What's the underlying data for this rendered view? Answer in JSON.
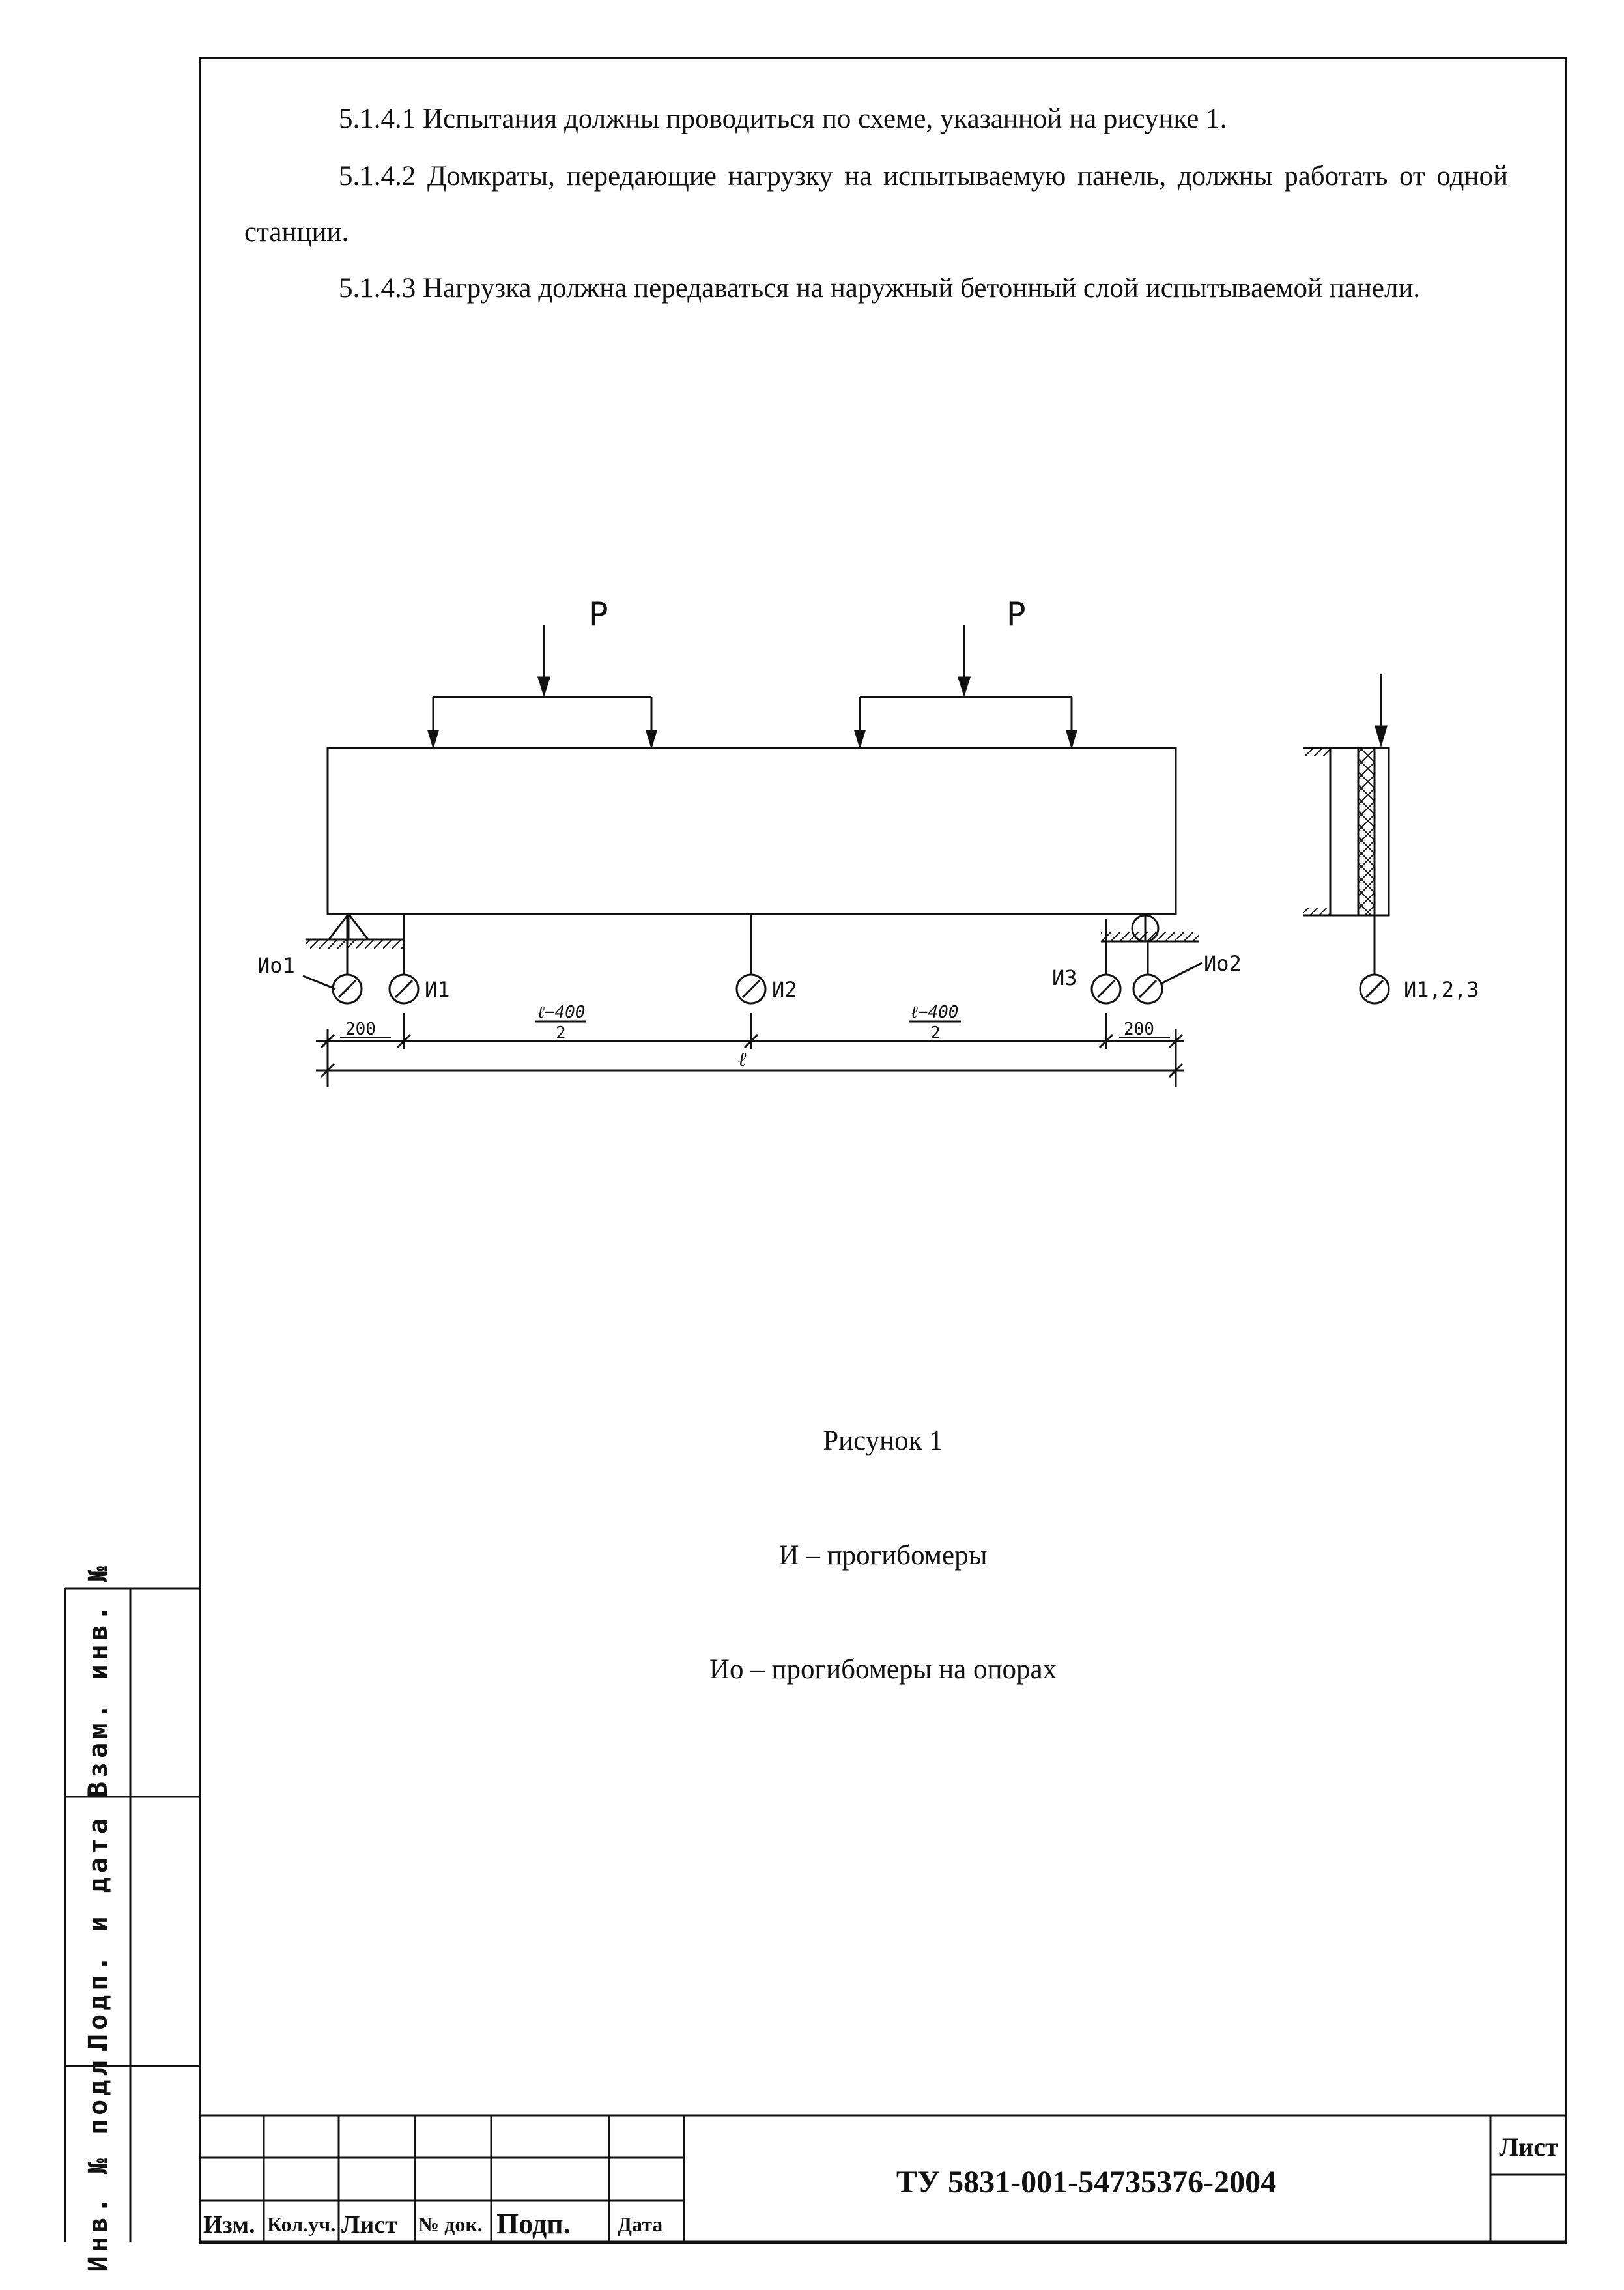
{
  "paragraphs": {
    "p1": "5.1.4.1 Испытания должны проводиться по схеме, указанной на рисунке 1.",
    "p2": "5.1.4.2 Домкраты, передающие нагрузку на испытываемую панель, должны работать от одной станции.",
    "p3": "5.1.4.3 Нагрузка должна передаваться на наружный бетонный слой испытываемой панели."
  },
  "figure": {
    "load_left": "P",
    "load_right": "P",
    "gauge_support_left": "Ио1",
    "gauge_1": "И1",
    "gauge_2": "И2",
    "gauge_3": "И3",
    "gauge_support_right": "Ио2",
    "gauge_section": "И1,2,3",
    "dim_left": "200",
    "dim_right": "200",
    "dim_mid_left_num": "ℓ−400",
    "dim_mid_left_den": "2",
    "dim_mid_right_num": "ℓ−400",
    "dim_mid_right_den": "2",
    "dim_total": "ℓ"
  },
  "captions": {
    "figure_title": "Рисунок 1",
    "legend_1": "И – прогибомеры",
    "legend_2": "Ио – прогибомеры на опорах"
  },
  "side_stamp": {
    "inv_podl": "Инв. № подл.",
    "podp_data": "Подп. и дата",
    "vzam_inv": "Взам. инв. №"
  },
  "title_block": {
    "col_izm": "Изм.",
    "col_koluch": "Кол.уч.",
    "col_list": "Лист",
    "col_ndok": "№ док.",
    "col_podp": "Подп.",
    "col_data": "Дата",
    "document_code": "ТУ 5831-001-54735376-2004",
    "sheet_label": "Лист"
  }
}
